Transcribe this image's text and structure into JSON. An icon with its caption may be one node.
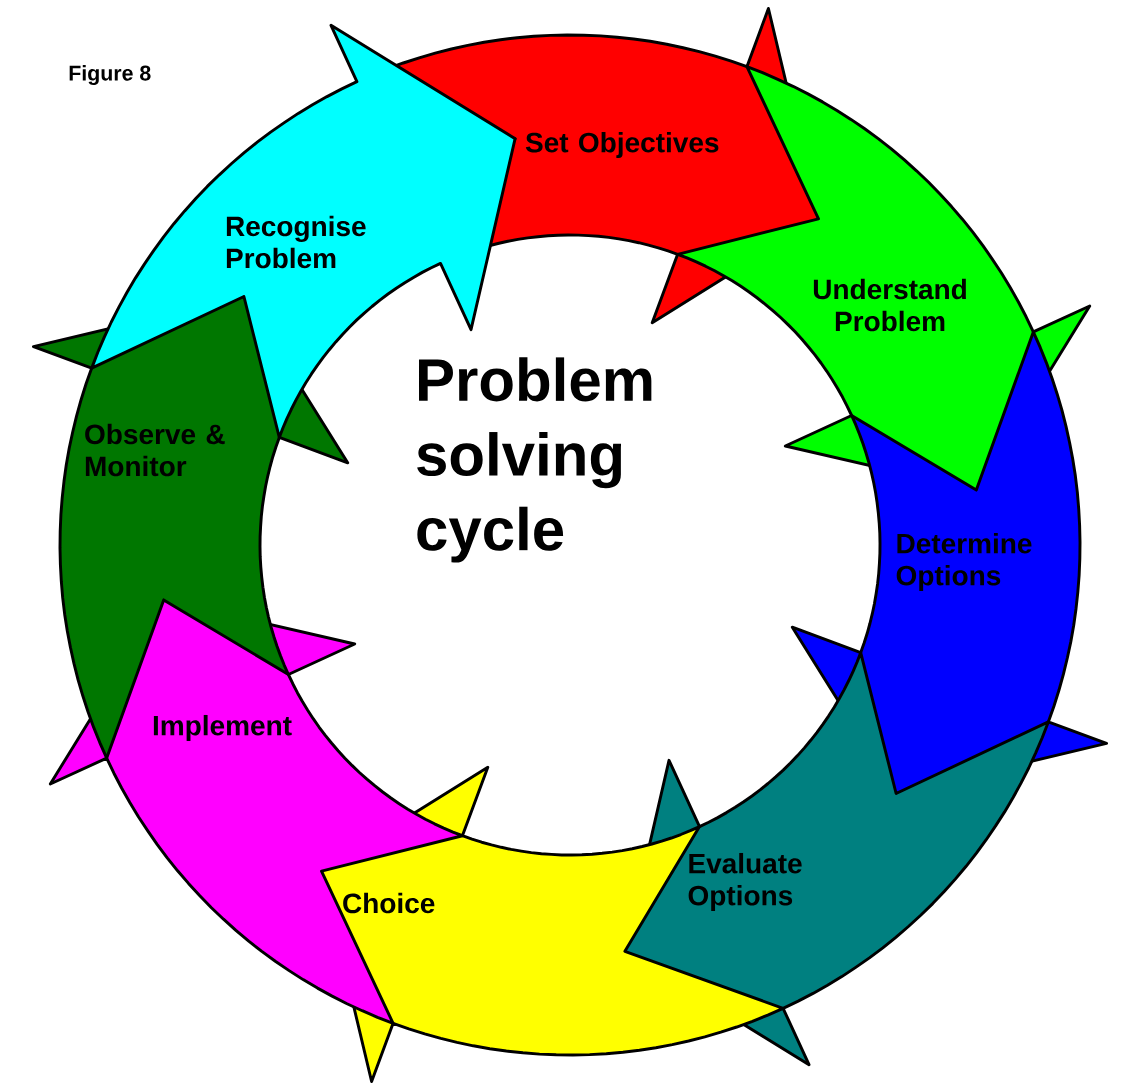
{
  "diagram": {
    "title": "Problem solving cycle",
    "nodes": [
      {
        "text": [
          "Set Objectives"
        ]
      },
      {
        "text": [
          "Understand Problem"
        ]
      },
      {
        "text": [
          "Determine Options"
        ]
      },
      {
        "text": [
          "Evaluate Options"
        ]
      },
      {
        "text": [
          "Choice"
        ]
      },
      {
        "text": [
          "Implement"
        ]
      },
      {
        "text": [
          "Observe & Monitor"
        ]
      },
      {
        "text": [
          "Recognise Problem"
        ]
      }
    ],
    "labels": [
      "Figure 8"
    ]
  }
}
